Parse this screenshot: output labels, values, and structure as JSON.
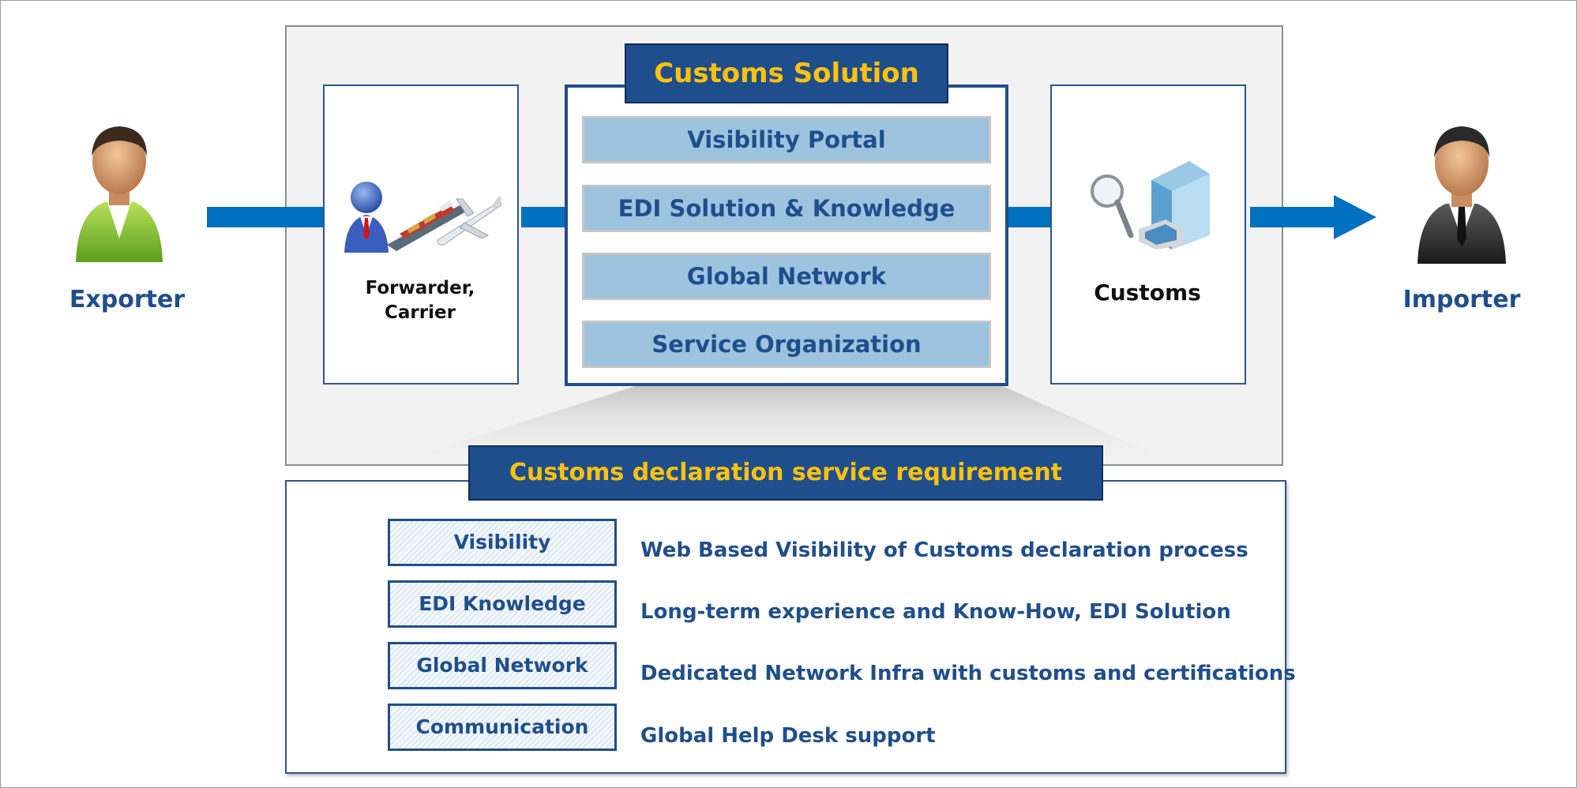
{
  "actors": {
    "exporter": "Exporter",
    "importer": "Importer"
  },
  "parties": {
    "forwarder_line1": "Forwarder,",
    "forwarder_line2": "Carrier",
    "customs": "Customs"
  },
  "solution": {
    "title": "Customs Solution",
    "items": [
      "Visibility Portal",
      "EDI Solution & Knowledge",
      "Global Network",
      "Service Organization"
    ]
  },
  "requirements": {
    "title": "Customs declaration service requirement",
    "rows": [
      {
        "tag": "Visibility",
        "desc": "Web Based Visibility of Customs declaration process"
      },
      {
        "tag": "EDI Knowledge",
        "desc": "Long-term experience and Know-How, EDI Solution"
      },
      {
        "tag": "Global Network",
        "desc": "Dedicated Network Infra with customs and certifications"
      },
      {
        "tag": "Communication",
        "desc": "Global Help Desk support"
      }
    ]
  },
  "colors": {
    "navy": "#1f4e8c",
    "gold": "#ffc20e",
    "arrow_blue": "#0070c0",
    "item_blue": "#9dc3df",
    "exporter_green": "#8cc63f"
  },
  "icons": [
    "exporter-person-icon",
    "importer-person-icon",
    "businessman-icon",
    "ship-icon",
    "airplane-icon",
    "magnifier-icon",
    "building-icon",
    "flow-arrow"
  ]
}
